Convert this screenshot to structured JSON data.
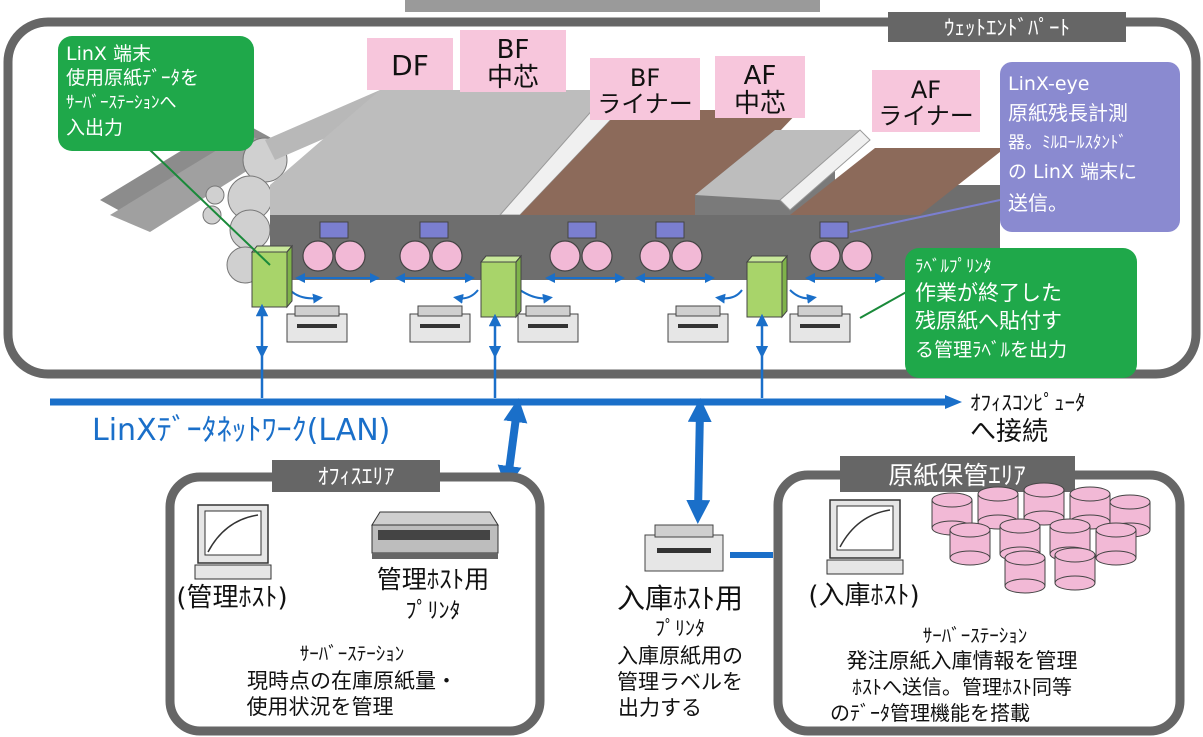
{
  "wet_end_label": "ｳｪｯﾄｴﾝﾄﾞﾊﾟｰﾄ",
  "section_labels": {
    "df": "DF",
    "bf_core_1": "BF",
    "bf_core_2": "中芯",
    "bf_liner_1": "BF",
    "bf_liner_2": "ライナー",
    "af_core_1": "AF",
    "af_core_2": "中芯",
    "af_liner_1": "AF",
    "af_liner_2": "ライナー"
  },
  "linx_terminal_callout": [
    "LinX 端末",
    "使用原紙ﾃﾞｰﾀを",
    "ｻｰﾊﾞｰｽﾃｰｼｮﾝへ",
    "入出力"
  ],
  "linx_eye_callout": [
    "LinX-eye",
    "原紙残長計測",
    "器。ﾐﾙﾛｰﾙｽﾀﾝﾄﾞ",
    "の LinX 端末に",
    "送信。"
  ],
  "label_printer_callout": [
    "ﾗﾍﾞﾙﾌﾟﾘﾝﾀ",
    "作業が終了した",
    "残原紙へ貼付す",
    "る管理ﾗﾍﾞﾙを出力"
  ],
  "network_label": "LinXﾃﾞｰﾀﾈｯﾄﾜｰｸ(LAN)",
  "office_computer": [
    "ｵﾌｨｽｺﾝﾋﾟｭｰﾀ",
    "へ接続"
  ],
  "office_area": {
    "title": "ｵﾌｨｽｴﾘｱ",
    "host_label": "(管理ﾎｽﾄ)",
    "printer_label": [
      "管理ﾎｽﾄ用",
      "ﾌﾟﾘﾝﾀ"
    ],
    "server_desc": [
      "ｻｰﾊﾞｰｽﾃｰｼｮﾝ",
      "現時点の在庫原紙量・",
      "使用状況を管理"
    ]
  },
  "receiving_printer": {
    "label": [
      "入庫ﾎｽﾄ用",
      "ﾌﾟﾘﾝﾀ"
    ],
    "desc": [
      "入庫原紙用の",
      "管理ラベルを",
      "出力する"
    ]
  },
  "storage_area": {
    "title": "原紙保管ｴﾘｱ",
    "host_label": "(入庫ﾎｽﾄ)",
    "server_desc": [
      "ｻｰﾊﾞｰｽﾃｰｼｮﾝ",
      "発注原紙入庫情報を管理",
      "ﾎｽﾄへ送信。管理ﾎｽﾄ同等",
      "のﾃﾞｰﾀ管理機能を搭載"
    ]
  },
  "colors": {
    "network": "#1a6fc9",
    "callout_green": "#1fa84a",
    "callout_purple": "#8a8ad0",
    "label_pink": "#f7c6dc",
    "terminal_green": "#a8d46a",
    "roll_pink": "#f2b9d6",
    "frame_gray": "#666666"
  }
}
